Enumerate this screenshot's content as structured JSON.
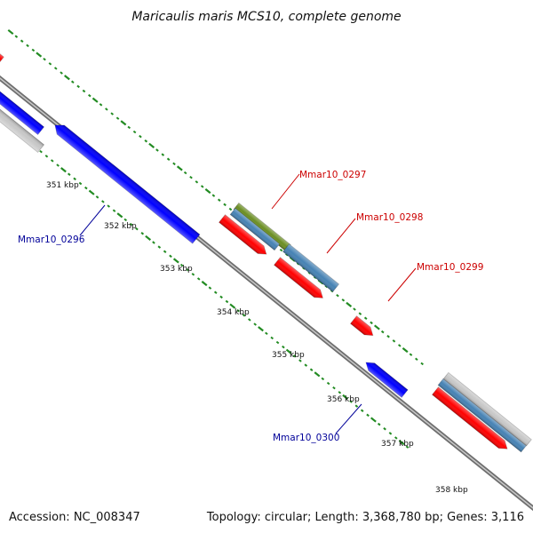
{
  "title": "Maricaulis maris MCS10, complete genome",
  "footer": {
    "accession": "Accession: NC_008347",
    "summary": "Topology: circular; Length: 3,368,780 bp; Genes: 3,116"
  },
  "colors": {
    "forward_cds": "#ff0000",
    "reverse_cds": "#0000ff",
    "forward_other": "#4682b4",
    "rna": "#6b8e23",
    "gray_feature": "#c8c8c8",
    "backbone": "#808080",
    "tick": "#228b22",
    "forward_label": "#cc0000",
    "reverse_label": "#000099"
  },
  "tick_labels": [
    "351 kbp",
    "352 kbp",
    "353 kbp",
    "354 kbp",
    "355 kbp",
    "356 kbp",
    "357 kbp",
    "358 kbp"
  ],
  "gene_labels": [
    {
      "text": "Mmar10_0297",
      "strand": "forward"
    },
    {
      "text": "Mmar10_0298",
      "strand": "forward"
    },
    {
      "text": "Mmar10_0299",
      "strand": "forward"
    },
    {
      "text": "Mmar10_0296",
      "strand": "reverse"
    },
    {
      "text": "Mmar10_0300",
      "strand": "reverse"
    }
  ]
}
